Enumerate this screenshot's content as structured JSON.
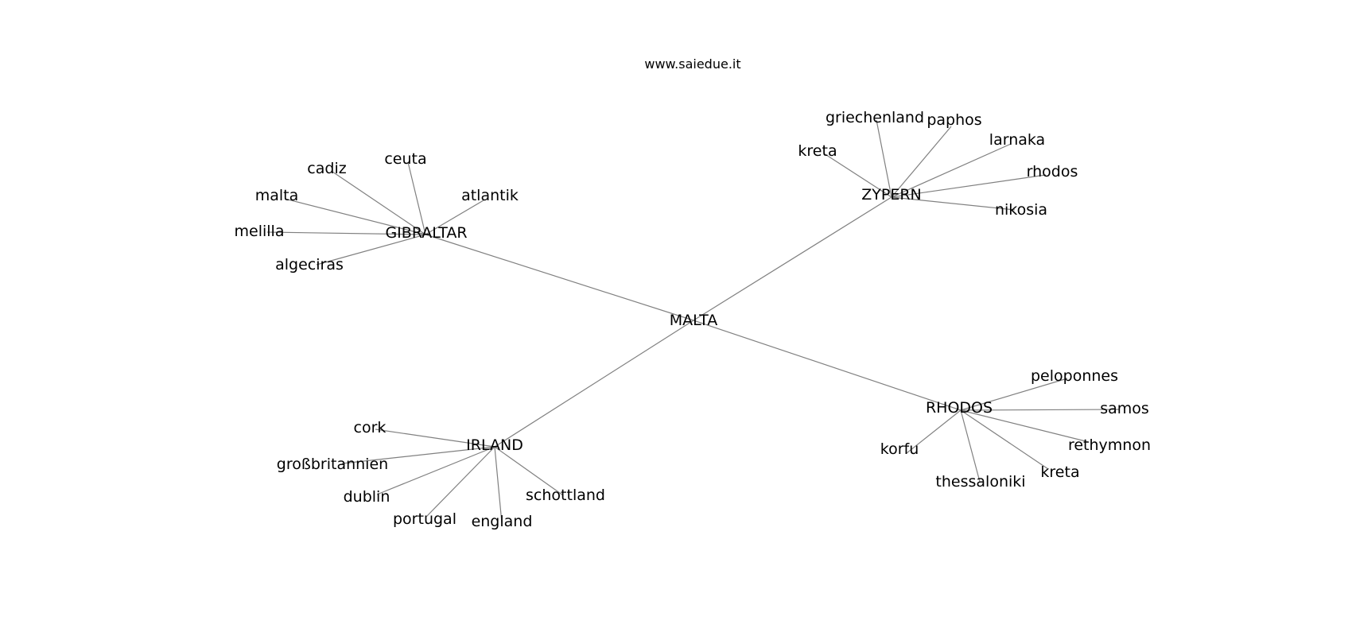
{
  "header": {
    "watermark": "www.saiedue.it"
  },
  "graph": {
    "center": "MALTA",
    "hubs": [
      {
        "id": "gibraltar",
        "label": "GIBRALTAR",
        "leaves": [
          "cadiz",
          "ceuta",
          "atlantik",
          "malta",
          "melilla",
          "algeciras"
        ]
      },
      {
        "id": "zypern",
        "label": "ZYPERN",
        "leaves": [
          "griechenland",
          "paphos",
          "larnaka",
          "kreta",
          "rhodos",
          "nikosia"
        ]
      },
      {
        "id": "irland",
        "label": "IRLAND",
        "leaves": [
          "cork",
          "großbritannien",
          "dublin",
          "portugal",
          "england",
          "schottland"
        ]
      },
      {
        "id": "rhodos",
        "label": "RHODOS",
        "leaves": [
          "peloponnes",
          "samos",
          "rethymnon",
          "kreta",
          "thessaloniki",
          "korfu"
        ]
      }
    ]
  },
  "colors": {
    "edge": "#808080",
    "text": "#000000",
    "background": "#ffffff"
  }
}
